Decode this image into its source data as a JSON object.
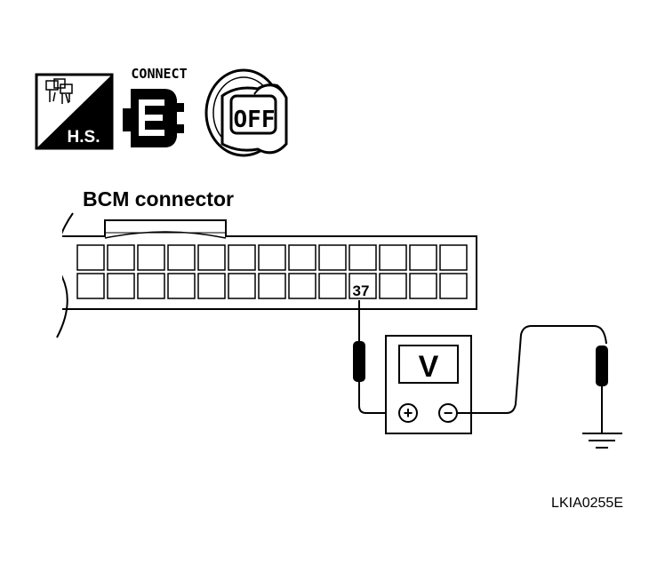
{
  "diagram": {
    "icons": {
      "hs_label": "H.S.",
      "connect_label": "CONNECT",
      "ignition_label": "OFF",
      "hs_icon_name": "harness-service-icon",
      "connect_icon_name": "connector-connect-icon",
      "ignition_icon_name": "ignition-key-off-icon"
    },
    "connector": {
      "title": "BCM connector",
      "terminal_label": "37",
      "rows": 2,
      "columns": 13,
      "probe_row": 2,
      "probe_column": 10
    },
    "meter": {
      "display": "V",
      "positive_symbol": "+",
      "negative_symbol": "−"
    },
    "ground_icon_name": "ground-symbol-icon",
    "figure_code": "LKIA0255E"
  }
}
